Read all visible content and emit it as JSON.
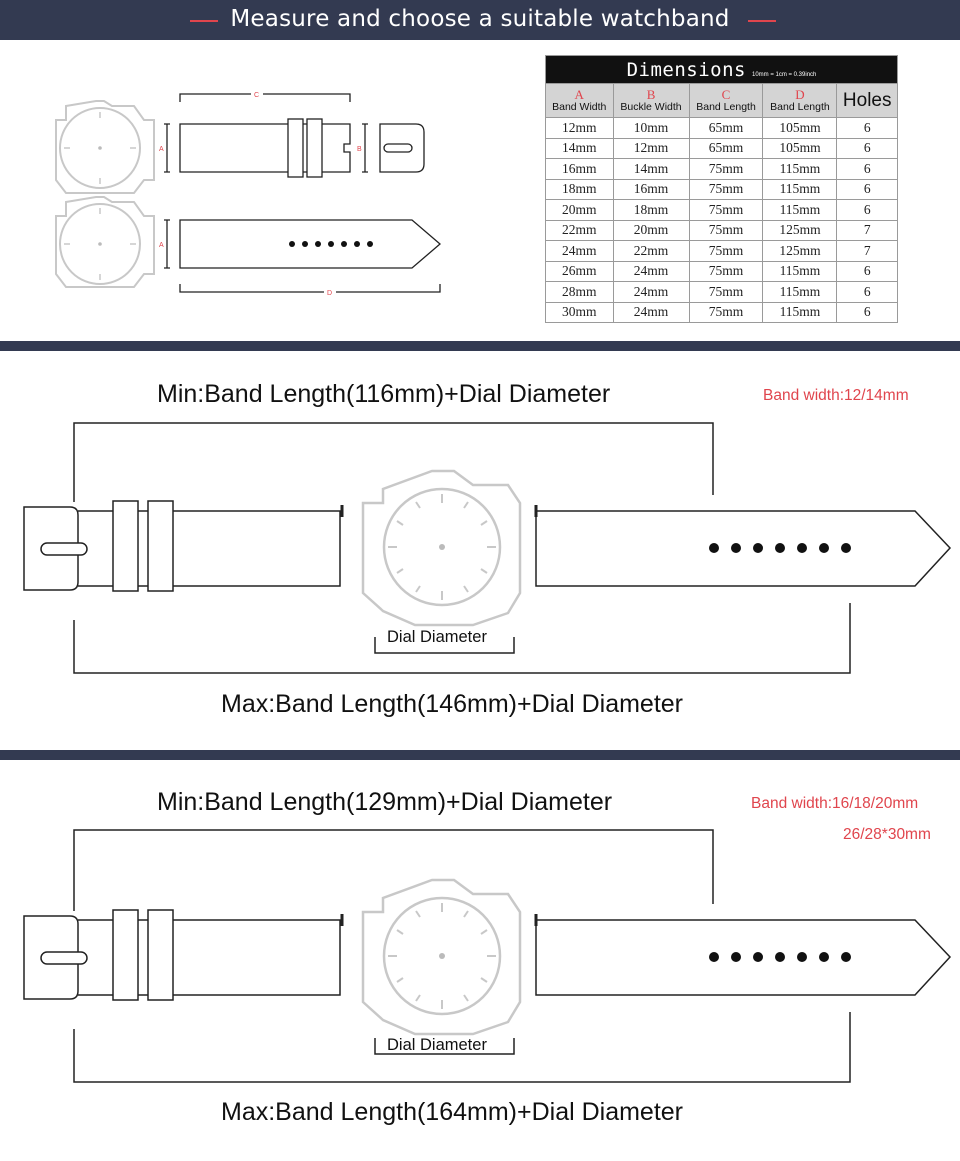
{
  "header": {
    "title": "Measure and  choose a suitable watchband",
    "dash_color": "#e0454d",
    "bar_color": "#333a51"
  },
  "diagram_letters": {
    "a": "A",
    "b": "B",
    "c": "C",
    "d": "D"
  },
  "table": {
    "title": "Dimensions",
    "note": "10mm = 1cm = 0.39inch",
    "columns": [
      {
        "letter": "A",
        "label": "Band Width"
      },
      {
        "letter": "B",
        "label": "Buckle Width"
      },
      {
        "letter": "C",
        "label": "Band Length"
      },
      {
        "letter": "D",
        "label": "Band Length"
      }
    ],
    "holes_label": "Holes",
    "rows": [
      [
        "12mm",
        "10mm",
        "65mm",
        "105mm",
        "6"
      ],
      [
        "14mm",
        "12mm",
        "65mm",
        "105mm",
        "6"
      ],
      [
        "16mm",
        "14mm",
        "75mm",
        "115mm",
        "6"
      ],
      [
        "18mm",
        "16mm",
        "75mm",
        "115mm",
        "6"
      ],
      [
        "20mm",
        "18mm",
        "75mm",
        "115mm",
        "6"
      ],
      [
        "22mm",
        "20mm",
        "75mm",
        "125mm",
        "7"
      ],
      [
        "24mm",
        "22mm",
        "75mm",
        "125mm",
        "7"
      ],
      [
        "26mm",
        "24mm",
        "75mm",
        "115mm",
        "6"
      ],
      [
        "28mm",
        "24mm",
        "75mm",
        "115mm",
        "6"
      ],
      [
        "30mm",
        "24mm",
        "75mm",
        "115mm",
        "6"
      ]
    ]
  },
  "section1": {
    "min": "Min:Band Length(116mm)+Dial Diameter",
    "max": "Max:Band Length(146mm)+Dial Diameter",
    "band_width_note": "Band width:12/14mm",
    "dial_label": "Dial Diameter"
  },
  "section2": {
    "min": "Min:Band Length(129mm)+Dial Diameter",
    "max": "Max:Band Length(164mm)+Dial Diameter",
    "band_width_note_1": "Band width:16/18/20mm",
    "band_width_note_2": "26/28*30mm",
    "dial_label": "Dial Diameter"
  }
}
